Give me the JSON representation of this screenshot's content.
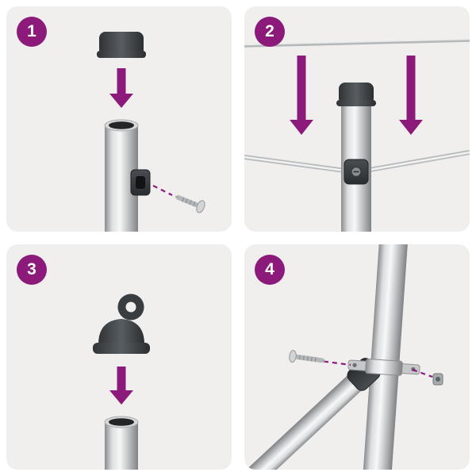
{
  "title": "assembly-instructions",
  "colors": {
    "accent": "#8b1a7b",
    "panel_bg": "#f0efee",
    "cap_dark": "#34383b",
    "metal_light": "#f7f8f8",
    "metal_dark": "#7f8285",
    "wire": "#b7b9ba"
  },
  "steps": [
    {
      "number": "1",
      "parts": [
        "end-cap",
        "down-arrow",
        "pole",
        "cable-clamp",
        "screw"
      ]
    },
    {
      "number": "2",
      "parts": [
        "top-wire",
        "down-arrow",
        "down-arrow",
        "capped-pole",
        "cable-clamp",
        "bottom-wire"
      ]
    },
    {
      "number": "3",
      "parts": [
        "eyelet-cap",
        "down-arrow",
        "pole"
      ]
    },
    {
      "number": "4",
      "parts": [
        "pole",
        "diagonal-brace",
        "brace-connector",
        "pole-clamp",
        "screw",
        "hex-bolt"
      ]
    }
  ]
}
